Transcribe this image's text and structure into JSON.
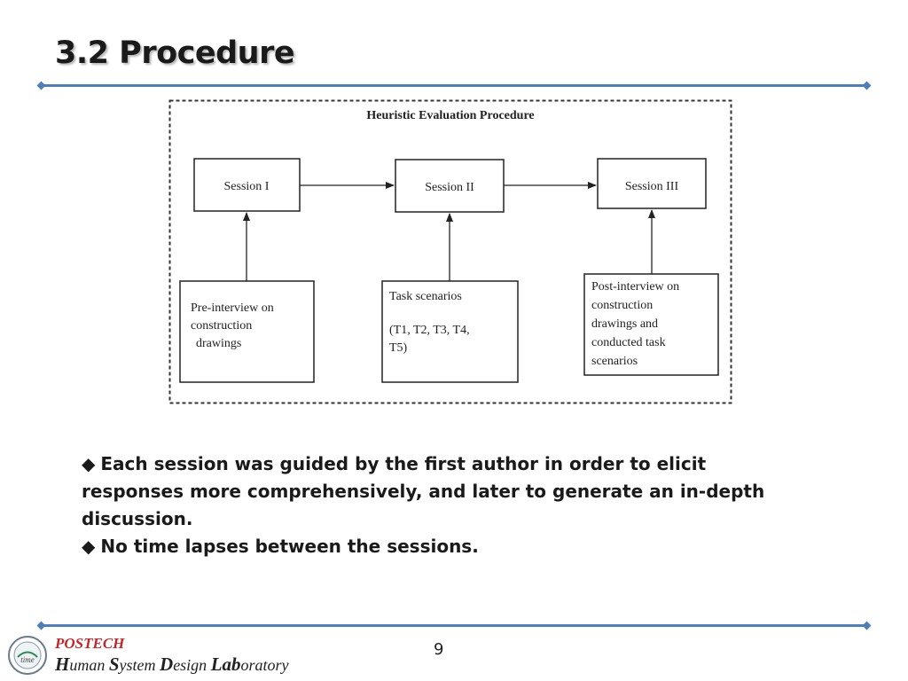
{
  "slide": {
    "title": "3.2 Procedure",
    "page_number": "9"
  },
  "diagram": {
    "title": "Heuristic Evaluation Procedure",
    "sessions": [
      "Session I",
      "Session II",
      "Session III"
    ],
    "inputs": [
      {
        "lines": [
          "Pre-interview on",
          "construction",
          "drawings"
        ]
      },
      {
        "lines": [
          "Task scenarios",
          "",
          "(T1, T2, T3, T4,",
          "T5)"
        ]
      },
      {
        "lines": [
          "Post-interview on",
          "construction",
          "drawings and",
          "conducted task",
          "scenarios"
        ]
      }
    ]
  },
  "bullets": [
    {
      "mark": "◆",
      "lines": [
        "Each session was guided by the first author in order to elicit",
        "responses more comprehensively, and later to generate an in-depth",
        "discussion."
      ]
    },
    {
      "mark": "◆",
      "lines": [
        "No time lapses between the sessions."
      ]
    }
  ],
  "footer": {
    "org": "POSTECH",
    "lab": {
      "h": "H",
      "uman": "uman ",
      "s": "S",
      "ystem": "ystem ",
      "d": "D",
      "esign": "esign ",
      "lab": "Lab",
      "oratory": "oratory"
    },
    "logo_text": "time"
  },
  "colors": {
    "rule": "#4f7fb3",
    "footer_org": "#c0272d"
  }
}
